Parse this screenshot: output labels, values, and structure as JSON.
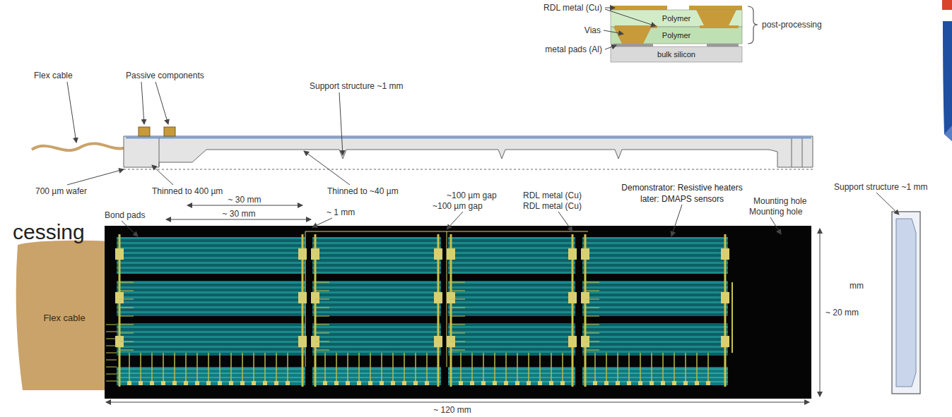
{
  "diagram": {
    "nodes": [
      {
        "text": [
          "Polymer"
        ]
      },
      {
        "text": [
          "Polymer"
        ]
      },
      {
        "text": [
          "bulk silicon"
        ]
      },
      {
        "text": [
          "Flex cable"
        ]
      }
    ],
    "labels": [
      "RDL metal (Cu)",
      "Vias",
      "metal pads (Al)",
      "post-processing",
      "Flex cable",
      "Passive components",
      "Support structure ~1 mm",
      "700 µm wafer",
      "Thinned to 400 µm",
      "Thinned to ~40 µm",
      "cessing",
      "Bond pads",
      "~ 30 mm",
      "~ 30 mm",
      "~ 1 mm",
      "~100 µm gap",
      "~100 µm gap",
      "RDL metal (Cu)",
      "RDL metal (Cu)",
      "Demonstrator: Resistive heaters later: DMAPS sensors",
      "Support structure ~1 mm",
      "Mounting hole",
      "Mounting hole",
      "mm",
      "~ 20 mm",
      "~ 120 mm"
    ]
  }
}
